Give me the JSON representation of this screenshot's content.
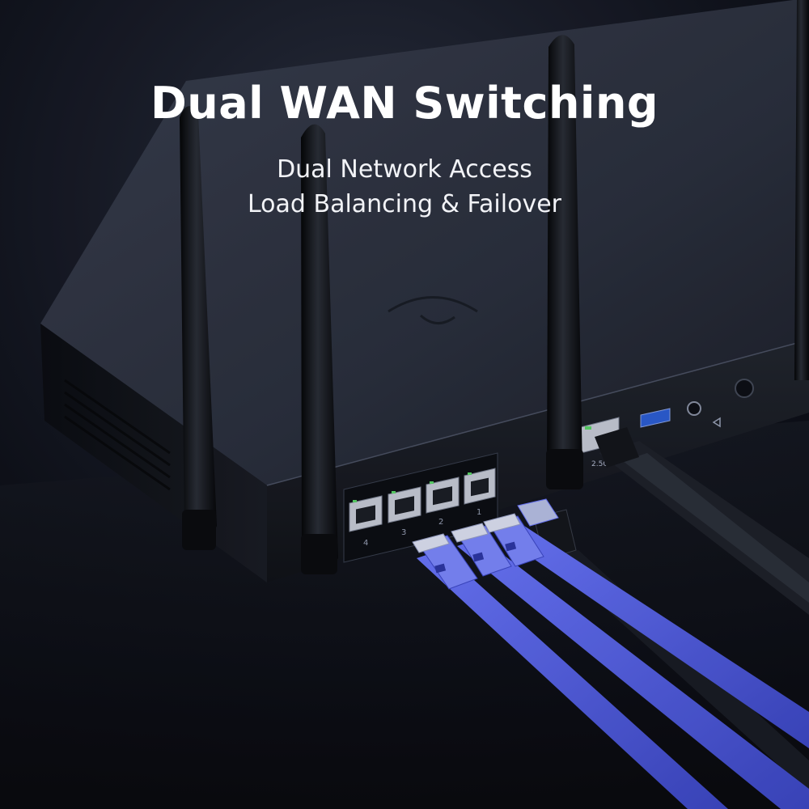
{
  "hero": {
    "title": "Dual WAN Switching",
    "subtitle_line1": "Dual Network Access",
    "subtitle_line2": "Load Balancing & Failover"
  },
  "router": {
    "lan_port_labels": [
      "4",
      "3",
      "2",
      "1"
    ],
    "wan_port_label": "2.5G"
  },
  "colors": {
    "background": "#0b0d14",
    "router_body": "#2a2f3d",
    "cable_blue": "#5663e8",
    "text": "#ffffff"
  }
}
